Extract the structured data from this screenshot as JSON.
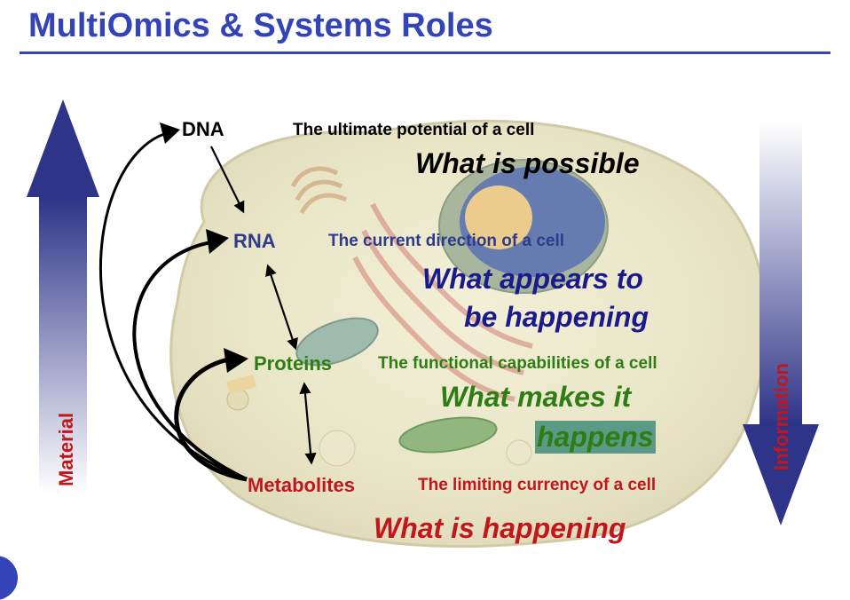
{
  "title": "MultiOmics & Systems Roles",
  "axis_left": {
    "label": "Material",
    "color": "#c0171c"
  },
  "axis_right": {
    "label": "Information",
    "color": "#c0171c"
  },
  "levels": [
    {
      "id": "dna",
      "name": "DNA",
      "description": "The ultimate potential of a cell",
      "meaning": [
        "What is possible"
      ],
      "name_color": "#000000",
      "desc_color": "#000000",
      "meaning_color": "#000000"
    },
    {
      "id": "rna",
      "name": "RNA",
      "description": "The current direction of a cell",
      "meaning": [
        "What appears to",
        "be happening"
      ],
      "name_color": "#2e3a8c",
      "desc_color": "#2e3a8c",
      "meaning_color": "#1a1a8c"
    },
    {
      "id": "proteins",
      "name": "Proteins",
      "description": "The functional capabilities of a cell",
      "meaning": [
        "What makes it",
        "happens"
      ],
      "name_color": "#2e7d14",
      "desc_color": "#2e7d14",
      "meaning_color": "#2e7d14"
    },
    {
      "id": "metabolites",
      "name": "Metabolites",
      "description": "The limiting currency of a cell",
      "meaning": [
        "What is happening"
      ],
      "name_color": "#c0171c",
      "desc_color": "#c0171c",
      "meaning_color": "#c0171c"
    }
  ],
  "colors": {
    "accent": "#3344b8",
    "arrow_dark": "#2e3488",
    "arrow_light": "#ffffff",
    "highlight": "#5a9a86"
  }
}
